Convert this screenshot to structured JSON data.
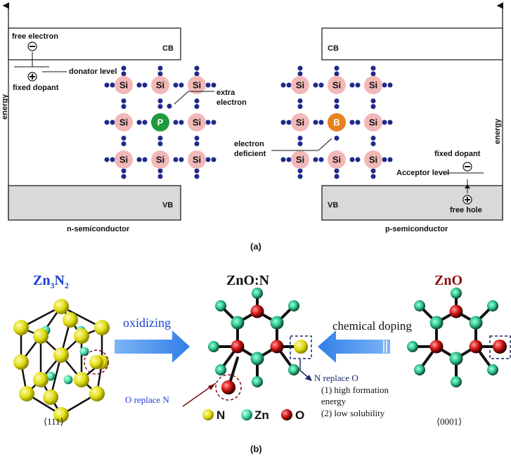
{
  "panel_a": {
    "caption": "(a)",
    "axis_label_left": "energy",
    "axis_label_right": "energy",
    "n": {
      "title": "n-semiconductor",
      "cb": "CB",
      "vb": "VB",
      "free_electron": "free electron",
      "donator_level": "donator level",
      "fixed_dopant": "fixed dopant",
      "extra_electron_1": "extra",
      "extra_electron_2": "electron",
      "dopant_atom": "P",
      "host_atom": "Si",
      "electron_sign": "−",
      "dopant_sign": "+"
    },
    "p": {
      "title": "p-semiconductor",
      "cb": "CB",
      "vb": "VB",
      "fixed_dopant": "fixed dopant",
      "acceptor_level": "Acceptor level",
      "free_hole": "free hole",
      "deficient_1": "electron",
      "deficient_2": "deficient",
      "dopant_atom": "B",
      "host_atom": "Si",
      "dopant_sign": "−",
      "hole_sign": "+"
    },
    "colors": {
      "si": "#f2b8b8",
      "p": "#1f9a3c",
      "b": "#e8821e",
      "electron": "#1f2a8a",
      "band_gray": "#d9d9d9"
    }
  },
  "panel_b": {
    "caption": "(b)",
    "zn3n2": {
      "title_base": "Zn",
      "sub1": "3",
      "mid": "N",
      "sub2": "2",
      "direction": "⟨111⟩"
    },
    "zno_n": {
      "title": "ZnO:N"
    },
    "zno": {
      "title": "ZnO",
      "direction": "⟨0001⟩"
    },
    "arrow_oxidizing": "oxidizing",
    "arrow_doping": "chemical doping",
    "o_replace_n": "O replace N",
    "n_replace_o": "N replace O",
    "reason_1": "(1) high formation",
    "reason_1b": "energy",
    "reason_2": "(2) low solubility",
    "legend": [
      {
        "symbol": "N",
        "color": "#e8e61a"
      },
      {
        "symbol": "Zn",
        "color": "#4fe0a8"
      },
      {
        "symbol": "O",
        "color": "#d01010"
      }
    ],
    "colors": {
      "title_blue": "#1a3fd0",
      "title_dark": "#111111",
      "title_red": "#8a1010",
      "arrow_blue": "#3d8ef0"
    }
  }
}
